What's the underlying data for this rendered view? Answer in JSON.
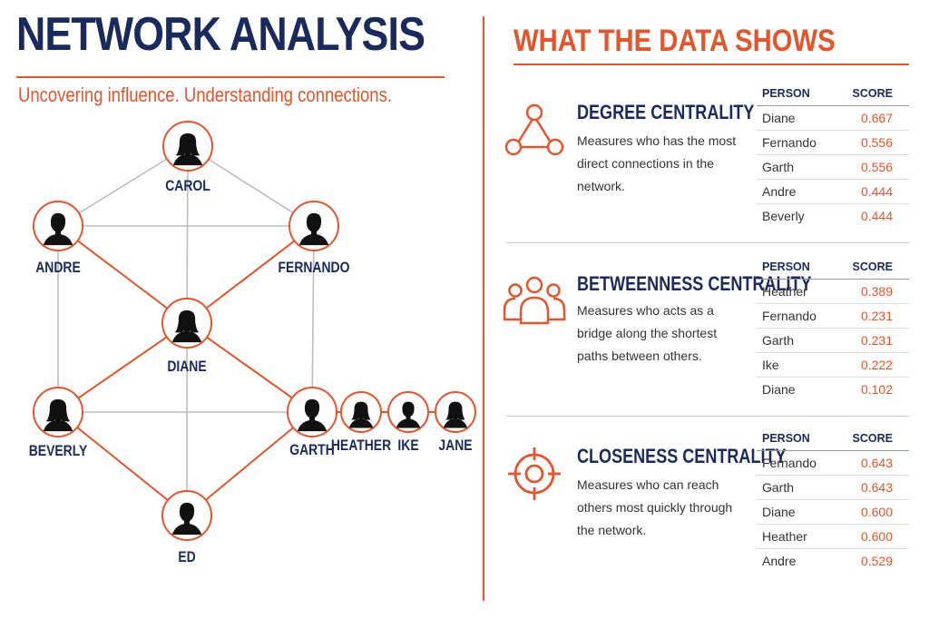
{
  "header": {
    "title": "NETWORK ANALYSIS",
    "subtitle": "Uncovering influence. Understanding connections."
  },
  "right_title": "WHAT THE DATA SHOWS",
  "colors": {
    "navy": "#1b2a5e",
    "accent": "#e4552b",
    "gray_edge": "#bdbdbd"
  },
  "network": {
    "nodes": [
      {
        "id": "carol",
        "label": "CAROL",
        "icon": "person-female-icon"
      },
      {
        "id": "andre",
        "label": "ANDRE",
        "icon": "person-male-icon"
      },
      {
        "id": "fernando",
        "label": "FERNANDO",
        "icon": "person-male-icon"
      },
      {
        "id": "diane",
        "label": "DIANE",
        "icon": "person-female-icon"
      },
      {
        "id": "beverly",
        "label": "BEVERLY",
        "icon": "person-female-icon"
      },
      {
        "id": "garth",
        "label": "GARTH",
        "icon": "person-male-icon"
      },
      {
        "id": "heather",
        "label": "HEATHER",
        "icon": "person-female-icon"
      },
      {
        "id": "ike",
        "label": "IKE",
        "icon": "person-male-icon"
      },
      {
        "id": "jane",
        "label": "JANE",
        "icon": "person-female-icon"
      },
      {
        "id": "ed",
        "label": "ED",
        "icon": "person-male-icon"
      }
    ],
    "edges": [
      {
        "from": "carol",
        "to": "andre",
        "highlight": false
      },
      {
        "from": "carol",
        "to": "fernando",
        "highlight": false
      },
      {
        "from": "carol",
        "to": "diane",
        "highlight": false
      },
      {
        "from": "andre",
        "to": "fernando",
        "highlight": false
      },
      {
        "from": "andre",
        "to": "beverly",
        "highlight": false
      },
      {
        "from": "fernando",
        "to": "garth",
        "highlight": false
      },
      {
        "from": "beverly",
        "to": "garth",
        "highlight": false
      },
      {
        "from": "diane",
        "to": "ed",
        "highlight": false
      },
      {
        "from": "andre",
        "to": "diane",
        "highlight": true
      },
      {
        "from": "fernando",
        "to": "diane",
        "highlight": true
      },
      {
        "from": "diane",
        "to": "beverly",
        "highlight": true
      },
      {
        "from": "diane",
        "to": "garth",
        "highlight": true
      },
      {
        "from": "beverly",
        "to": "ed",
        "highlight": true
      },
      {
        "from": "garth",
        "to": "ed",
        "highlight": true
      },
      {
        "from": "garth",
        "to": "heather",
        "highlight": true
      },
      {
        "from": "heather",
        "to": "ike",
        "highlight": true
      },
      {
        "from": "ike",
        "to": "jane",
        "highlight": true
      }
    ]
  },
  "metrics": [
    {
      "name": "DEGREE CENTRALITY",
      "icon": "triangle-network-icon",
      "description": "Measures who has the most direct connections in the network.",
      "table": {
        "headers": [
          "PERSON",
          "SCORE"
        ],
        "rows": [
          [
            "Diane",
            "0.667"
          ],
          [
            "Fernando",
            "0.556"
          ],
          [
            "Garth",
            "0.556"
          ],
          [
            "Andre",
            "0.444"
          ],
          [
            "Beverly",
            "0.444"
          ]
        ]
      }
    },
    {
      "name": "BETWEENNESS CENTRALITY",
      "icon": "people-group-icon",
      "description": "Measures who acts as a bridge along the shortest paths between others.",
      "table": {
        "headers": [
          "PERSON",
          "SCORE"
        ],
        "rows": [
          [
            "Heather",
            "0.389"
          ],
          [
            "Fernando",
            "0.231"
          ],
          [
            "Garth",
            "0.231"
          ],
          [
            "Ike",
            "0.222"
          ],
          [
            "Diane",
            "0.102"
          ]
        ]
      }
    },
    {
      "name": "CLOSENESS CENTRALITY",
      "icon": "crosshair-target-icon",
      "description": "Measures who can reach others most quickly through the network.",
      "table": {
        "headers": [
          "PERSON",
          "SCORE"
        ],
        "rows": [
          [
            "Fernando",
            "0.643"
          ],
          [
            "Garth",
            "0.643"
          ],
          [
            "Diane",
            "0.600"
          ],
          [
            "Heather",
            "0.600"
          ],
          [
            "Andre",
            "0.529"
          ]
        ]
      }
    }
  ]
}
